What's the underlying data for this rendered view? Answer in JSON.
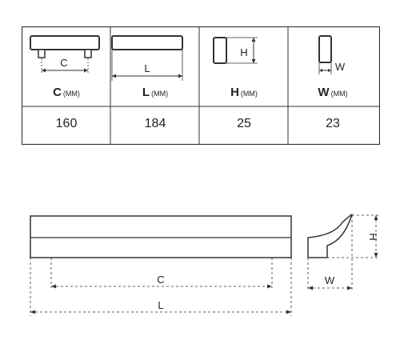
{
  "spec_table": {
    "columns": [
      {
        "name": "C",
        "unit": "(MM)",
        "value": "160",
        "icon_label": "C"
      },
      {
        "name": "L",
        "unit": "(MM)",
        "value": "184",
        "icon_label": "L"
      },
      {
        "name": "H",
        "unit": "(MM)",
        "value": "25",
        "icon_label": "H"
      },
      {
        "name": "W",
        "unit": "(MM)",
        "value": "23",
        "icon_label": "W"
      }
    ]
  },
  "drawing": {
    "front_view": {
      "dim_c": "C",
      "dim_l": "L"
    },
    "side_view": {
      "dim_h": "H",
      "dim_w": "W"
    }
  }
}
